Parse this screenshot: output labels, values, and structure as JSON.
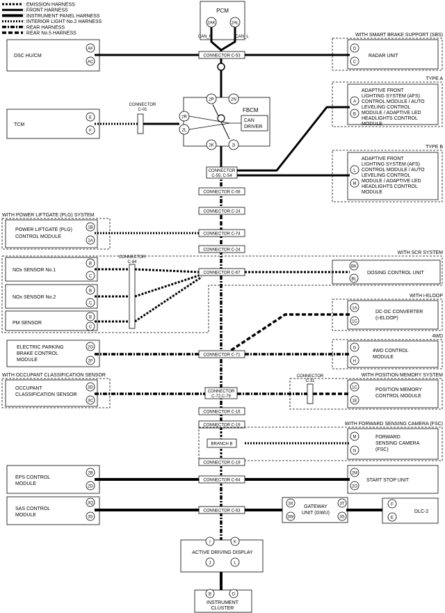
{
  "legend": [
    {
      "label": ": EMISSION HARNESS",
      "style": "emission"
    },
    {
      "label": ": FRONT HARNESS",
      "style": "front"
    },
    {
      "label": ": INSTRUMENT PANEL HARNESS",
      "style": "ip"
    },
    {
      "label": ": INTERIOR LIGHT No.2 HARNESS",
      "style": "interior"
    },
    {
      "label": ": REAR HARNESS",
      "style": "rear"
    },
    {
      "label": ": REAR No.5 HARNESS",
      "style": "rear5"
    }
  ],
  "modules": {
    "pcm": "PCM",
    "dsc": "DSC HU/CM",
    "tcm": "TCM",
    "fbcm": "FBCM",
    "can_driver_1": "CAN",
    "can_driver_2": "DRIVER",
    "radar": "RADAR UNIT",
    "afs_a": [
      "ADAPTIVE FRONT",
      "LIGHTING SYSTEM (AFS)",
      "CONTROL MODULE / AUTO",
      "LEVELING CONTROL",
      "MODULE / ADAPTIVE LED",
      "HEADLIGHTS CONTROL",
      "MODULE"
    ],
    "afs_b": [
      "ADAPTIVE FRONT",
      "LIGHTING SYSTEM (AFS)",
      "CONTROL MODULE / AUTO",
      "LEVELING CONTROL",
      "MODULE / ADAPTIVE LED",
      "HEADLIGHTS CONTROL",
      "MODULE"
    ],
    "plg": [
      "POWER LIFTGATE (PLG)",
      "CONTROL MODULE"
    ],
    "nox1": "NOx SENSOR No.1",
    "nox2": "NOx SENSOR No.2",
    "pm": "PM SENSOR",
    "dosing": "DOSING CONTROL UNIT",
    "dcdc": [
      "DC-DC CONVERTER",
      "(i-ELOOP)"
    ],
    "epb": [
      "ELECTRIC PARKING",
      "BRAKE CONTROL",
      "MODULE"
    ],
    "awd": [
      "4WD CONTROL",
      "MODULE"
    ],
    "ocs": [
      "OCCUPANT",
      "CLASSIFICATION SENSOR"
    ],
    "pos_mem": [
      "POSITION MEMORY",
      "CONTROL MODULE"
    ],
    "fsc": [
      "FORWARD",
      "SENSING CAMERA",
      "(FSC)"
    ],
    "eps": [
      "EPS CONTROL",
      "MODULE"
    ],
    "start_stop": "START STOP UNIT",
    "sas": [
      "SAS CONTROL",
      "MODULE"
    ],
    "gateway": [
      "GATEWAY",
      "UNIT (GWU)"
    ],
    "dlc": "DLC-2",
    "ads": "ACTIVE DRIVING DISPLAY",
    "cluster": [
      "INSTRUMENT",
      "CLUSTER"
    ]
  },
  "groups": {
    "sbs": "WITH SMART BRAKE SUPPORT (SBS)",
    "type_a": "TYPE A",
    "type_b": "TYPE B",
    "plg": "WITH POWER LIFTGATE (PLG) SYSTEM",
    "scr": "WITH SCR SYSTEM",
    "ieloop": "WITH i-ELOOP",
    "awd": "4WD",
    "ocs": "WITH OCCUPANT CLASSIFICATION SENSOR",
    "pos_mem": "WITH POSITION MEMORY SYSTEM",
    "fsc": "WITH FORWARD SENSING CAMERA (FSC)"
  },
  "connectors": {
    "c53": "CONNECTOR C-53",
    "c55": [
      "CONNECTOR",
      "C-55, C-54"
    ],
    "c08": "CONNECTOR C-08",
    "c24a": "CONNECTOR C-24",
    "c74": "CONNECTOR C-74",
    "c24b": "CONNECTOR C-24",
    "c67": "CONNECTOR C-67",
    "c71": "CONNECTOR C-71",
    "c72": [
      "CONNECTOR",
      "C-72,C-79"
    ],
    "c16": "CONNECTOR C-16",
    "c19a": "CONNECTOR C-19",
    "branch_b": "BRANCH B",
    "c19b": "CONNECTOR C-19",
    "c64": "CONNECTOR C-64",
    "c63": "CONNECTOR C-63",
    "c01": [
      "CONNECTOR",
      "C-01"
    ],
    "c84": [
      "CONNECTOR",
      "C-84"
    ],
    "c31": [
      "CONNECTOR",
      "C-31"
    ]
  },
  "pins": {
    "pcm_h": "2AK",
    "pcm_l": "2AL",
    "can_h": "CAN_H",
    "can_l": "CAN_L",
    "dsc1": "AF",
    "dsc2": "AC",
    "radar1": "D",
    "radar2": "C",
    "fbcm_top1": "2P",
    "fbcm_top2": "2N",
    "fbcm_l1": "2R",
    "fbcm_l2": "2L",
    "fbcm_b1": "2K",
    "fbcm_b2": "2I",
    "tcm1": "E",
    "tcm2": "F",
    "afsa1": "A",
    "afsa2": "B",
    "afsb1": "L",
    "afsb2": "M",
    "plg1": "1B",
    "plg2": "1A",
    "nox1a": "B",
    "nox1b": "C",
    "nox2a": "B",
    "nox2b": "C",
    "pm1": "B",
    "pm2": "C",
    "dos1": "BK",
    "dos2": "BL",
    "dc1": "1A",
    "dc2": "1C",
    "epb1": "2G",
    "epb2": "2F",
    "awd1": "G",
    "awd2": "H",
    "ocs1": "3D",
    "ocs2": "3C",
    "pm_1": "1C",
    "pm_2": "1E",
    "fsc1": "M",
    "fsc2": "N",
    "eps1": "2B",
    "eps2": "2D",
    "ss1": "2M",
    "ss2": "2O",
    "sas1": "3Q",
    "sas2": "3S",
    "gw1": "3X",
    "gw2": "3W",
    "gw3": "3T",
    "gw4": "3S",
    "dlc1": "F",
    "dlc2": "E",
    "ads1": "I",
    "ads2": "K",
    "ads3": "J",
    "ads4": "L",
    "ic1": "B",
    "ic2": "D"
  }
}
